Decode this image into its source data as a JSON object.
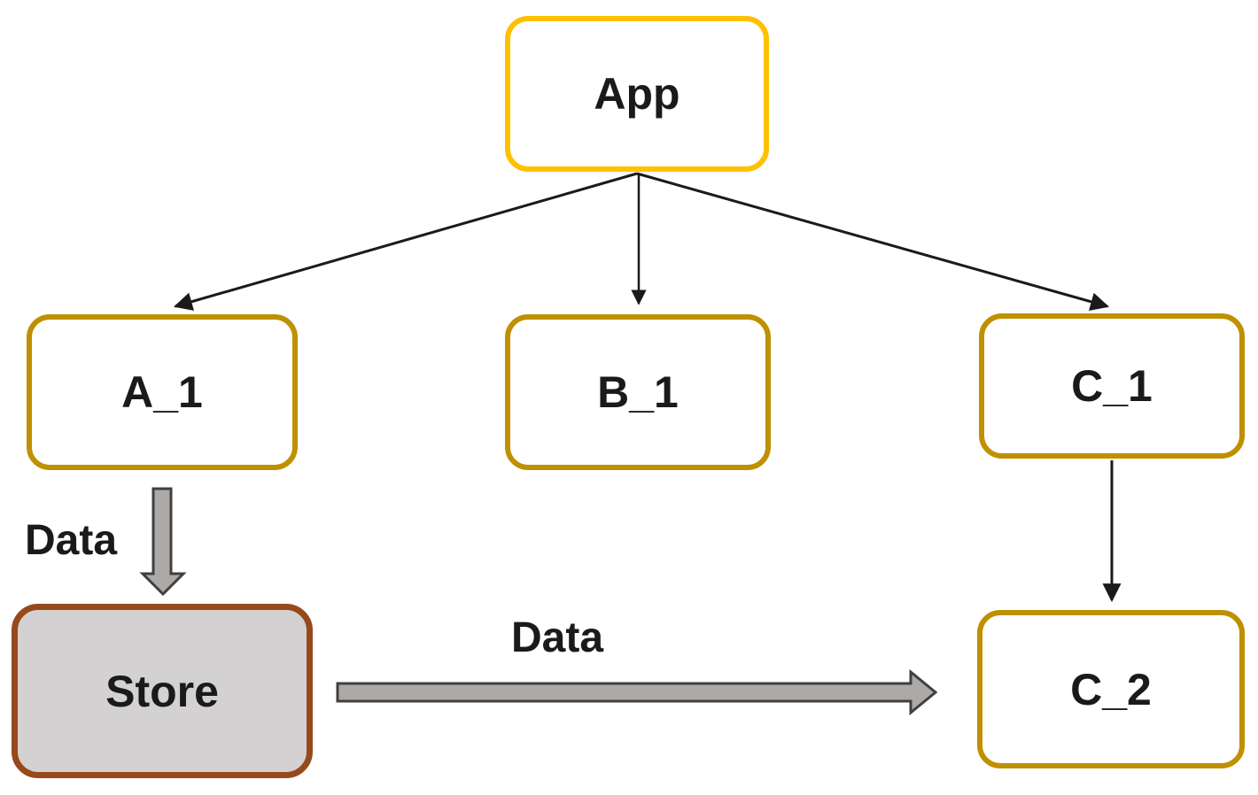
{
  "diagram_type": "component-data-flow",
  "nodes": {
    "app": {
      "label": "App"
    },
    "a1": {
      "label": "A_1"
    },
    "b1": {
      "label": "B_1"
    },
    "c1": {
      "label": "C_1"
    },
    "c2": {
      "label": "C_2"
    },
    "store": {
      "label": "Store"
    }
  },
  "edges": {
    "app_a1": {
      "from": "App",
      "to": "A_1",
      "type": "thin-arrow",
      "label": ""
    },
    "app_b1": {
      "from": "App",
      "to": "B_1",
      "type": "thin-arrow",
      "label": ""
    },
    "app_c1": {
      "from": "App",
      "to": "C_1",
      "type": "thin-arrow",
      "label": ""
    },
    "c1_c2": {
      "from": "C_1",
      "to": "C_2",
      "type": "thin-arrow",
      "label": ""
    },
    "a1_store": {
      "from": "A_1",
      "to": "Store",
      "type": "block-arrow",
      "label": "Data"
    },
    "store_c2": {
      "from": "Store",
      "to": "C_2",
      "type": "block-arrow",
      "label": "Data"
    }
  },
  "colors": {
    "app_border": "#FFC000",
    "child_border": "#BF9000",
    "store_border": "#96491A",
    "store_fill": "#D3D1D1",
    "block_arrow_fill": "#ACA9A6",
    "block_arrow_outline": "#404040",
    "connector": "#1A1A1A",
    "background": "#FFFFFF",
    "text": "#1A1A1A"
  }
}
